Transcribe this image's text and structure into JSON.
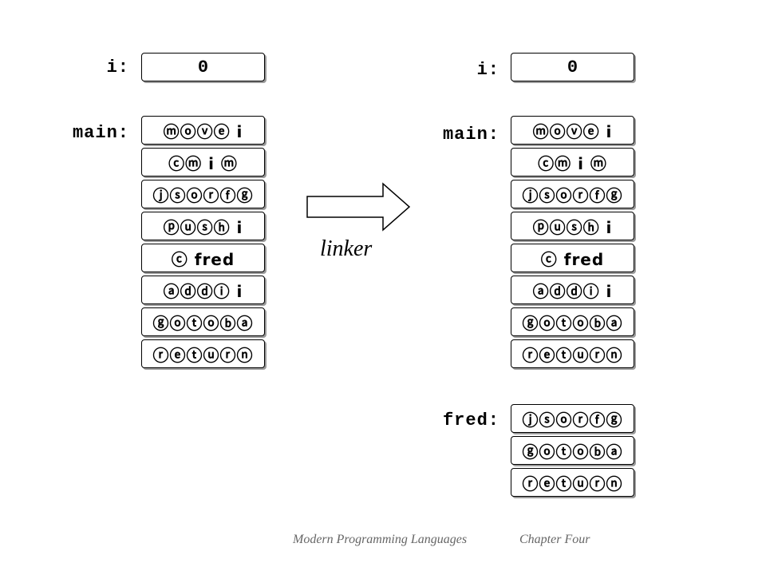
{
  "left": {
    "i_label": "i:",
    "i_value": "0",
    "main_label": "main:",
    "main_cells": [
      "ⓜⓞⓥⓔ i",
      "ⓒⓜ i ⓜ",
      "ⓙⓢⓞⓡⓕⓖ",
      "ⓟⓤⓢⓗ i",
      "ⓒ fred",
      "ⓐⓓⓓⓘ i",
      "ⓖⓞⓣⓞⓑⓐ",
      "ⓡⓔⓣⓤⓡⓝ"
    ]
  },
  "right": {
    "i_label": "i:",
    "i_value": "0",
    "main_label": "main:",
    "main_cells": [
      "ⓜⓞⓥⓔ i",
      "ⓒⓜ i ⓜ",
      "ⓙⓢⓞⓡⓕⓖ",
      "ⓟⓤⓢⓗ i",
      "ⓒ fred",
      "ⓐⓓⓓⓘ i",
      "ⓖⓞⓣⓞⓑⓐ",
      "ⓡⓔⓣⓤⓡⓝ"
    ],
    "fred_label": "fred:",
    "fred_cells": [
      "ⓙⓢⓞⓡⓕⓖ",
      "ⓖⓞⓣⓞⓑⓐ",
      "ⓡⓔⓣⓤⓡⓝ"
    ]
  },
  "arrow_label": "linker",
  "footer": {
    "book": "Modern Programming Languages",
    "chapter": "Chapter Four"
  }
}
